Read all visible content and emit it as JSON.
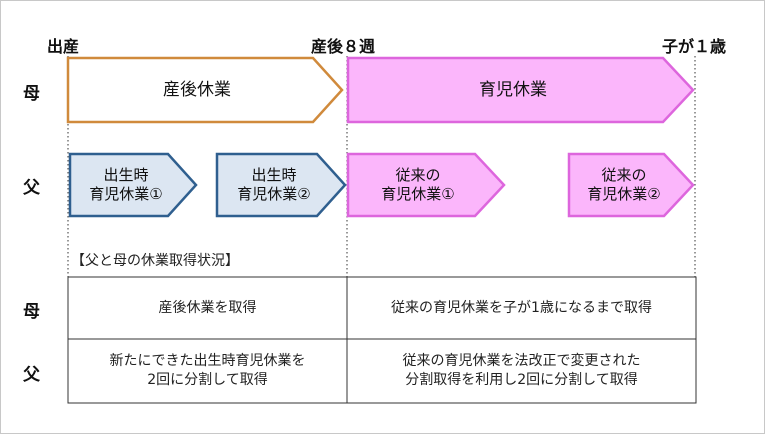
{
  "milestones": {
    "birth": "出産",
    "week8": "産後８週",
    "age1": "子が１歳"
  },
  "rows": {
    "mother": "母",
    "father": "父"
  },
  "arrows": {
    "mother_postpartum": "産後休業",
    "mother_childcare": "育児休業",
    "father_birth_1": "出生時\n育児休業①",
    "father_birth_2": "出生時\n育児休業②",
    "father_trad_1": "従来の\n育児休業①",
    "father_trad_2": "従来の\n育児休業②"
  },
  "table": {
    "caption": "【父と母の休業取得状況】",
    "mother_label": "母",
    "father_label": "父",
    "mother_left": "産後休業を取得",
    "mother_right": "従来の育児休業を子が1歳になるまで取得",
    "father_left": "新たにできた出生時育児休業を\n2回に分割して取得",
    "father_right": "従来の育児休業を法改正で変更された\n分割取得を利用し2回に分割して取得"
  },
  "colors": {
    "postpartum_stroke": "#d08a3c",
    "postpartum_fill": "#ffffff",
    "childcare_stroke": "#dd66dd",
    "childcare_fill": "#fbb6fb",
    "birth_leave_stroke": "#2f5f8f",
    "birth_leave_fill": "#dce6f2",
    "line": "#333333"
  }
}
